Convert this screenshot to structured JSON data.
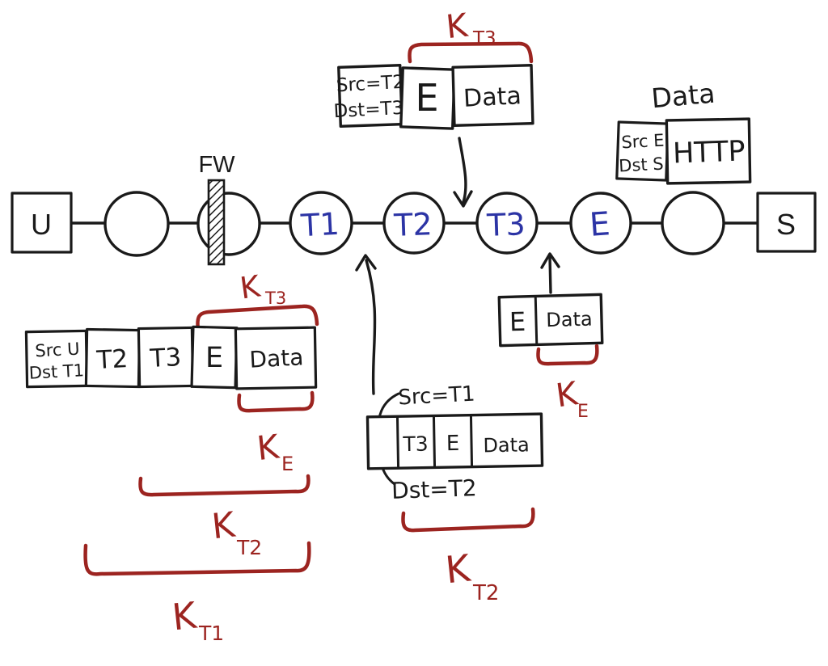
{
  "title": "Onion routing encryption layers diagram",
  "colors": {
    "ink": "#1a1a1a",
    "annotation_red": "#9c2420",
    "node_blue": "#2c34a5",
    "background": "#ffffff"
  },
  "chain": {
    "user_label": "U",
    "firewall_label": "FW",
    "tor1_label": "T1",
    "tor2_label": "T2",
    "tor3_label": "T3",
    "exit_label": "E",
    "server_label": "S"
  },
  "packet_top": {
    "src": "Src=T2",
    "dst": "Dst=T3",
    "enc": "E",
    "data": "Data",
    "key": "K",
    "key_sub": "T3"
  },
  "packet_top_right": {
    "title": "Data",
    "src": "Src E",
    "dst": "Dst S",
    "payload": "HTTP"
  },
  "packet_bottom_left": {
    "src": "Src U",
    "dst": "Dst T1",
    "c1": "T2",
    "c2": "T3",
    "c3": "E",
    "c4": "Data",
    "key_over": "K",
    "key_over_sub": "T3",
    "key_e": "K",
    "key_e_sub": "E",
    "key_t2": "K",
    "key_t2_sub": "T2",
    "key_t1": "K",
    "key_t1_sub": "T1"
  },
  "packet_middle": {
    "src": "Src=T1",
    "dst": "Dst=T2",
    "c1": "",
    "c2": "T3",
    "c3": "E",
    "c4": "Data",
    "key": "K",
    "key_sub": "T2"
  },
  "packet_right": {
    "c1": "E",
    "c2": "Data",
    "key": "K",
    "key_sub": "E"
  }
}
